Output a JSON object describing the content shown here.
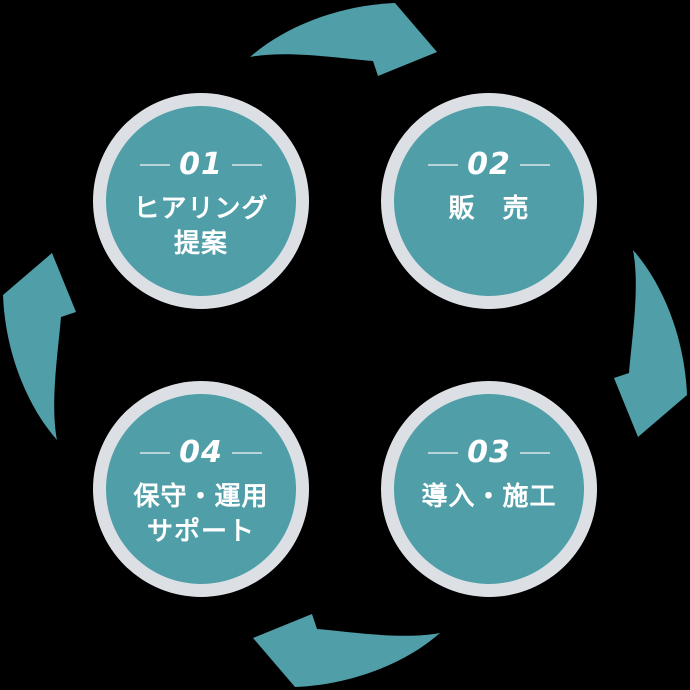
{
  "diagram": {
    "type": "cycle-process",
    "colors": {
      "background": "#000000",
      "circle_fill": "#4F9EA8",
      "ring": "#DCE0E5",
      "text": "#FFFFFF",
      "number_line": "#B9D4D9",
      "arrow": "#4F9EA8"
    },
    "steps": [
      {
        "number": "01",
        "label_lines": [
          "ヒアリング",
          "提案"
        ]
      },
      {
        "number": "02",
        "label_lines": [
          "販　売"
        ]
      },
      {
        "number": "03",
        "label_lines": [
          "導入・施工"
        ]
      },
      {
        "number": "04",
        "label_lines": [
          "保守・運用",
          "サポート"
        ]
      }
    ]
  }
}
